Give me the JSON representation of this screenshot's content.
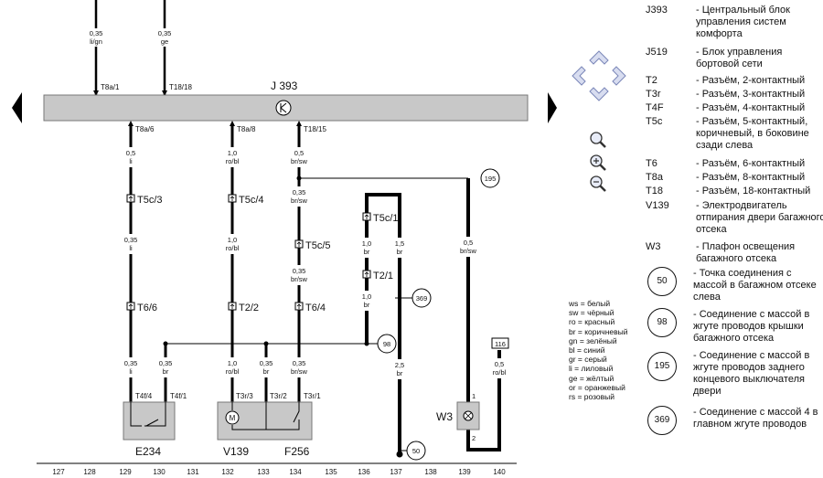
{
  "viewer": {
    "prev_page_label": "",
    "next_page_label": ""
  },
  "diagram": {
    "module": "J 393",
    "top_wires": [
      {
        "gauge": "0,35",
        "color": "li/gn",
        "pin": "T8a/1"
      },
      {
        "gauge": "0,35",
        "color": "ge",
        "pin": "T18/18"
      }
    ],
    "bottom_pins": [
      "T8a/6",
      "T8a/8",
      "T18/15"
    ],
    "wires": {
      "w1": [
        {
          "g": "0,5",
          "c": "li"
        },
        {
          "g": "0,35",
          "c": "li"
        },
        {
          "g": "0,35",
          "c": "li"
        }
      ],
      "w2": [
        {
          "g": "1,0",
          "c": "ro/bl"
        },
        {
          "g": "1,0",
          "c": "ro/bl"
        },
        {
          "g": "1,0",
          "c": "ro/bl"
        }
      ],
      "w3": [
        {
          "g": "0,5",
          "c": "br/sw"
        },
        {
          "g": "0,35",
          "c": "br/sw"
        },
        {
          "g": "0,35",
          "c": "br/sw"
        },
        {
          "g": "0,35",
          "c": "br/sw"
        }
      ],
      "w4": [
        {
          "g": "1,0",
          "c": "br"
        },
        {
          "g": "1,0",
          "c": "br"
        }
      ],
      "w5": [
        {
          "g": "1,5",
          "c": "br"
        },
        {
          "g": "2,5",
          "c": "br"
        }
      ],
      "w6": [
        {
          "g": "0,5",
          "c": "br/sw"
        }
      ],
      "w7": [
        {
          "g": "0,5",
          "c": "ro/bl"
        }
      ],
      "g1": [
        {
          "g": "0,35",
          "c": "br"
        }
      ],
      "g2": [
        {
          "g": "0,35",
          "c": "br"
        }
      ]
    },
    "connectors": {
      "t5c3": "T5c/3",
      "t5c4": "T5c/4",
      "t5c5": "T5c/5",
      "t5c1": "T5c/1",
      "t66": "T6/6",
      "t22": "T2/2",
      "t64": "T6/4",
      "t21": "T2/1"
    },
    "component_pins": [
      "T4f/4",
      "T4f/1",
      "T3r/3",
      "T3r/2",
      "T3r/1"
    ],
    "components": {
      "e234": "E234",
      "v139": "V139",
      "f256": "F256",
      "w3": "W3"
    },
    "w3_pins": [
      "1",
      "2"
    ],
    "ground_points": [
      "195",
      "369",
      "98",
      "50"
    ],
    "ref_box": "116",
    "grid_numbers": [
      "127",
      "128",
      "129",
      "130",
      "131",
      "132",
      "133",
      "134",
      "135",
      "136",
      "137",
      "138",
      "139",
      "140"
    ]
  },
  "icons": {
    "nav": [
      "arrow-up-icon",
      "arrow-left-icon",
      "arrow-right-icon",
      "arrow-down-icon"
    ],
    "zoom": [
      "zoom-fit-icon",
      "zoom-in-icon",
      "zoom-out-icon"
    ]
  },
  "legend": {
    "items": [
      {
        "code": "J393",
        "desc": "- Центральный блок управления систем комфорта"
      },
      {
        "code": "J519",
        "desc": "- Блок управления бортовой сети"
      },
      {
        "code": "T2",
        "desc": "- Разъём, 2-контактный"
      },
      {
        "code": "T3r",
        "desc": "- Разъём, 3-контактный"
      },
      {
        "code": "T4F",
        "desc": "- Разъём, 4-контактный"
      },
      {
        "code": "T5c",
        "desc": "- Разъём, 5-контактный, коричневый, в боковине сзади слева"
      },
      {
        "code": "T6",
        "desc": "- Разъём, 6-контактный"
      },
      {
        "code": "T8a",
        "desc": "- Разъём, 8-контактный"
      },
      {
        "code": "T18",
        "desc": "- Разъём, 18-контактный"
      },
      {
        "code": "V139",
        "desc": "- Электродвигатель отпирания двери багажного отсека"
      },
      {
        "code": "W3",
        "desc": "- Плафон освещения багажного отсека"
      }
    ],
    "grounds": [
      {
        "num": "50",
        "desc": "- Точка соединения с массой в багажном отсеке слева"
      },
      {
        "num": "98",
        "desc": "- Соединение с массой в жгуте проводов крышки багажного отсека"
      },
      {
        "num": "195",
        "desc": "- Соединение с массой в жгуте проводов заднего концевого выключателя двери"
      },
      {
        "num": "369",
        "desc": "- Соединение с массой 4 в главном жгуте проводов"
      }
    ],
    "colors": [
      "ws = белый",
      "sw = чёрный",
      "ro = красный",
      "br = коричневый",
      "gn = зелёный",
      "bl = синий",
      "gr = серый",
      "li = лиловый",
      "ge = жёлтый",
      "or = оранжевый",
      "rs = розовый"
    ]
  },
  "colors": {
    "wire": "#000000",
    "bus": "#c8c8c8",
    "nav_fill": "#d8ddf0",
    "nav_stroke": "#7a86b8"
  }
}
